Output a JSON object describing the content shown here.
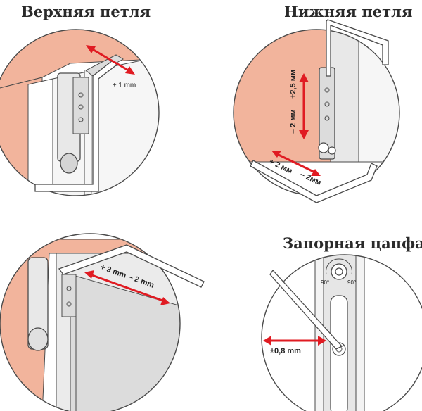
{
  "titles": {
    "top_hinge": "Верхняя петля",
    "bottom_hinge": "Нижняя петля",
    "locking_pin": "Запорная цапфа"
  },
  "labels": {
    "top_hinge_adjust": "± 1 mm",
    "bottom_vertical_plus": "+2,5 мм",
    "bottom_vertical_minus": "– 2 мм",
    "bottom_horizontal_plus": "+ 2 мм",
    "bottom_horizontal_minus": "– 2мм",
    "corner_plus": "+ 3 mm",
    "corner_minus": "– 2 mm",
    "pin_angle_left": "90°",
    "pin_angle_right": "90°",
    "pin_adjust": "±0,8 mm"
  },
  "colors": {
    "frame": "#f2b49c",
    "frame_dark": "#e79d84",
    "arrow": "#e01b22",
    "outline": "#4a4a4a",
    "metal": "#d9d9d9"
  }
}
